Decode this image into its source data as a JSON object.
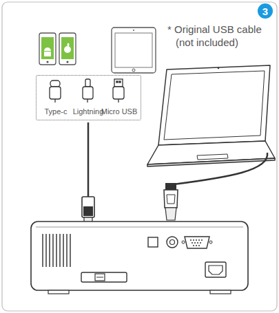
{
  "diagram": {
    "nodes": [
      {
        "text": [
          "3"
        ]
      },
      {
        "text": [
          "Type-c",
          "Lightning",
          "Micro USB"
        ]
      }
    ],
    "labels": [
      "* Original USB cable (not included)"
    ]
  }
}
